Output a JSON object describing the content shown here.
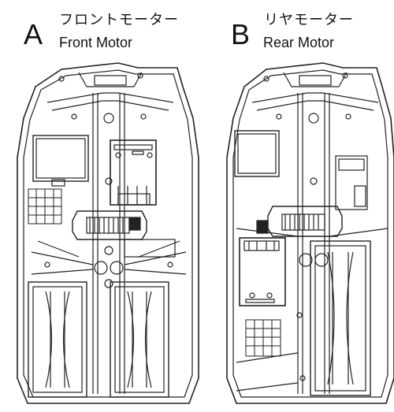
{
  "panels": [
    {
      "letter": "A",
      "title_jp": "フロントモーター",
      "title_en": "Front Motor"
    },
    {
      "letter": "B",
      "title_jp": "リヤモーター",
      "title_en": "Rear Motor"
    }
  ]
}
